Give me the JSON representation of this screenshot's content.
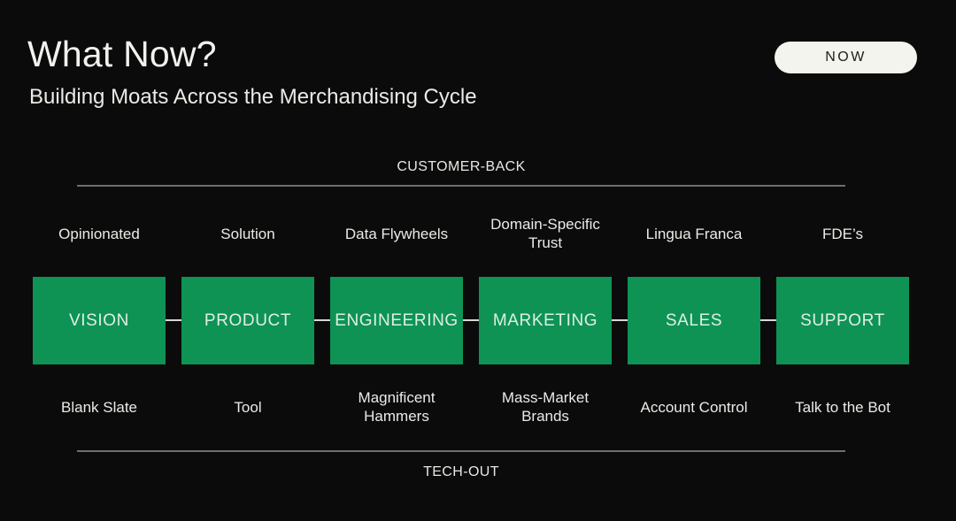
{
  "header": {
    "title": "What Now?",
    "subtitle": "Building Moats Across the Merchandising Cycle",
    "badge_label": "NOW"
  },
  "diagram": {
    "top_axis_label": "CUSTOMER-BACK",
    "bottom_axis_label": "TECH-OUT",
    "stages": [
      {
        "name": "VISION",
        "top_label": "Opinionated",
        "bottom_label": "Blank Slate"
      },
      {
        "name": "PRODUCT",
        "top_label": "Solution",
        "bottom_label": "Tool"
      },
      {
        "name": "ENGINEERING",
        "top_label": "Data Flywheels",
        "bottom_label": "Magnificent Hammers"
      },
      {
        "name": "MARKETING",
        "top_label": "Domain-Specific Trust",
        "bottom_label": "Mass-Market Brands"
      },
      {
        "name": "SALES",
        "top_label": "Lingua Franca",
        "bottom_label": "Account Control"
      },
      {
        "name": "SUPPORT",
        "top_label": "FDE’s",
        "bottom_label": "Talk to the Bot"
      }
    ],
    "colors": {
      "background": "#0b0b0b",
      "stage_box": "#0e9355",
      "stage_text": "#ddefe5",
      "connector": "#d8d8d3",
      "axis_line": "#6e6e6c",
      "badge_background": "#f4f4ef",
      "badge_text": "#1d1d1b",
      "text": "#eceae6"
    }
  }
}
